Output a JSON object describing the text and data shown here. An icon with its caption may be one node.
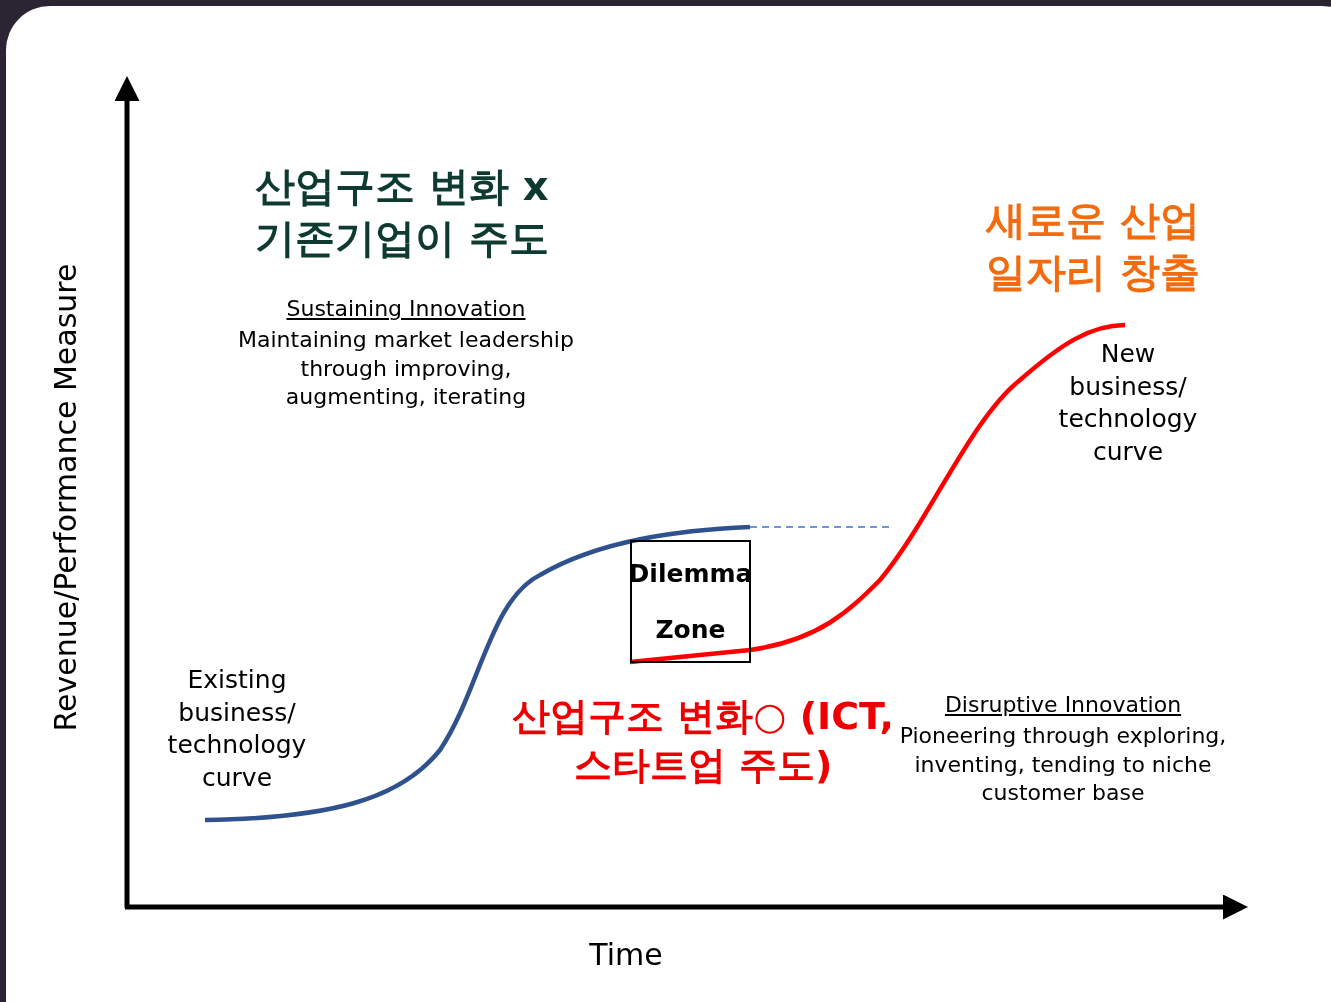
{
  "diagram": {
    "nodes": [
      {
        "text": [
          "Dilemma Zone"
        ]
      }
    ],
    "labels": [
      "Revenue/Performance Measure",
      "산업구조 변화 x 기존기업이 주도",
      "새로운 산업 일자리 창출",
      "Sustaining Innovation",
      "Maintaining market leadership through improving, augmenting, iterating",
      "New business/ technology curve",
      "Existing business/ technology curve",
      "산업구조 변화○ (ICT, 스타트업 주도)",
      "Disruptive Innovation",
      "Pioneering through exploring, inventing, tending to niche customer base",
      "Time"
    ]
  }
}
